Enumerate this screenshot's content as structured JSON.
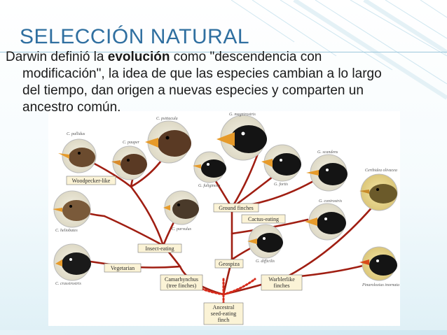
{
  "slide": {
    "title": "SELECCIÓN NATURAL",
    "line1_pre": "Darwin definió la ",
    "line1_bold": "evolución",
    "line1_post": " como \"descendencia con",
    "line2": "modificación\", la idea de que las especies cambian a lo largo",
    "line3": "del tiempo, dan origen a nuevas especies y comparten un",
    "line4": "ancestro común."
  },
  "diagram": {
    "groups": {
      "woodpecker": "Woodpecker-like",
      "insect": "Insect-eating",
      "vegetarian": "Vegetarian",
      "camarhynchus_1": "Camarhynchus",
      "camarhynchus_2": "(tree finches)",
      "ground": "Ground finches",
      "cactus": "Cactus-eating",
      "geospiza": "Geospiza",
      "warbler_1": "Warblerlike",
      "warbler_2": "finches",
      "ancestral_1": "Ancestral",
      "ancestral_2": "seed-eating",
      "ancestral_3": "finch"
    },
    "species": {
      "pallidus": "C. pallidus",
      "pauper": "C. pauper",
      "psittacula": "C. psittacula",
      "heliobates": "C. heliobates",
      "parvulus": "C. parvulus",
      "crassirostris": "C. crassirostris",
      "magnirostris": "G. magnirostris",
      "fuliginosa": "G. fuliginosa",
      "fortis": "G. fortis",
      "scandens": "G. scandens",
      "conirostris": "G. conirostris",
      "difficilis": "G. difficilis",
      "certhidea": "Certhidea olivacea",
      "pinaroloxias": "Pinaroloxias inornata"
    },
    "colors": {
      "branch": "#a01e12",
      "ancestor_dots": "#d62a1a",
      "label_fill": "#fbf3d6",
      "bird_dark": "#141414",
      "bird_brown": "#6b4b2e",
      "beak": "#e69a2a",
      "circle_bg": "#eae7d8"
    }
  }
}
